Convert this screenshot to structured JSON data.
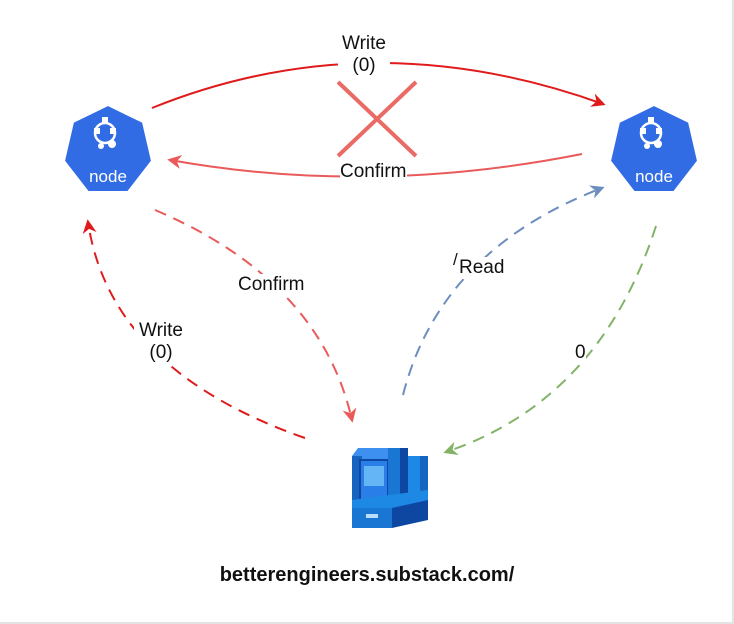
{
  "labels": {
    "write_top_line1": "Write",
    "write_top_line2": "(0)",
    "confirm_top": "Confirm",
    "confirm_mid": "Confirm",
    "write_left_line1": "Write",
    "write_left_line2": "(0)",
    "read": "Read",
    "read_caret": "/",
    "zero": "0"
  },
  "nodes": {
    "left_label": "node",
    "right_label": "node"
  },
  "footer": "betterengineers.substack.com/",
  "colors": {
    "node_blue": "#326ce5",
    "red": "#e01b1b",
    "light_red": "#ea5a5a",
    "steel_blue": "#6c8ebf",
    "green": "#82b366",
    "cross": "#ea6b66",
    "storage_blue": "#1e88e5"
  },
  "icons": {
    "node": "kubernetes-node-icon",
    "storage": "storage-server-icon"
  }
}
